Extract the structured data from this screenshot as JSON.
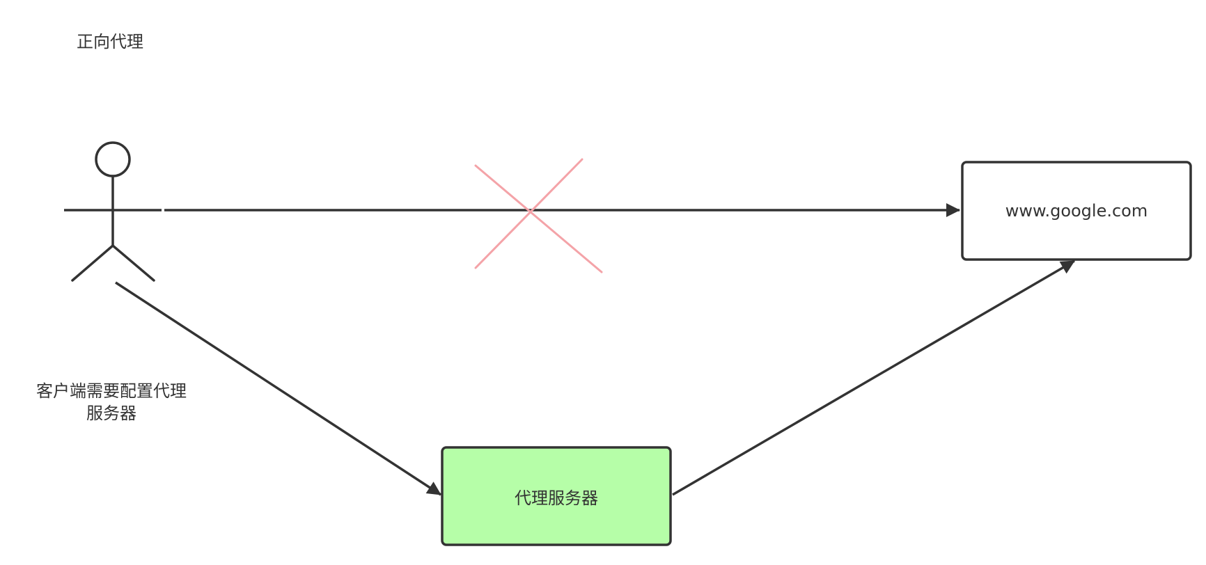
{
  "title": "正向代理",
  "actor": {
    "note_line1": "客户端需要配置代理",
    "note_line2": "服务器"
  },
  "nodes": {
    "target": {
      "label": "www.google.com",
      "fill": "#ffffff",
      "stroke": "#333333"
    },
    "proxy": {
      "label": "代理服务器",
      "fill": "#b6fea8",
      "stroke": "#333333"
    }
  },
  "edges": [
    {
      "from": "actor",
      "to": "target",
      "blocked": true
    },
    {
      "from": "actor",
      "to": "proxy",
      "blocked": false
    },
    {
      "from": "proxy",
      "to": "target",
      "blocked": false
    }
  ],
  "colors": {
    "line": "#333333",
    "block_mark": "#f4a3a8"
  }
}
